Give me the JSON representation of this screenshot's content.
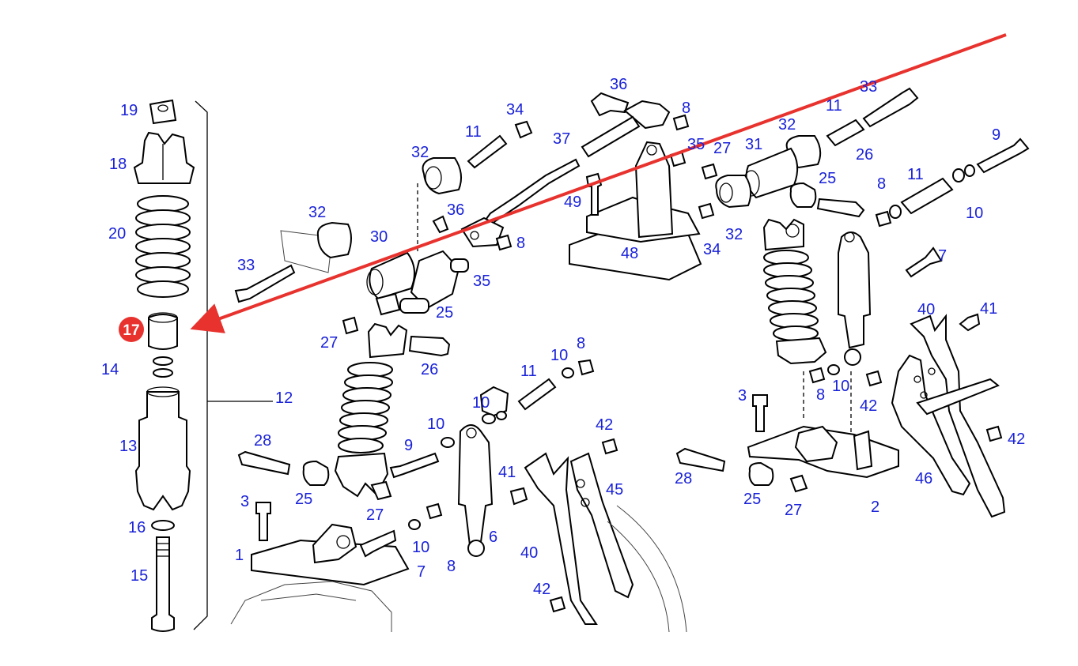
{
  "diagram": {
    "highlight": {
      "label": "17",
      "color": "#e8322e"
    },
    "arrow_color": "#e8322e",
    "callout_color": "#1a22d8",
    "callouts": [
      {
        "id": "c19",
        "label": "19"
      },
      {
        "id": "c18",
        "label": "18"
      },
      {
        "id": "c20",
        "label": "20"
      },
      {
        "id": "c14",
        "label": "14"
      },
      {
        "id": "c13",
        "label": "13"
      },
      {
        "id": "c16",
        "label": "16"
      },
      {
        "id": "c15",
        "label": "15"
      },
      {
        "id": "c12",
        "label": "12"
      },
      {
        "id": "c33",
        "label": "33"
      },
      {
        "id": "c32a",
        "label": "32"
      },
      {
        "id": "c30",
        "label": "30"
      },
      {
        "id": "c32b",
        "label": "32"
      },
      {
        "id": "c11a",
        "label": "11"
      },
      {
        "id": "c34a",
        "label": "34"
      },
      {
        "id": "c36a",
        "label": "36"
      },
      {
        "id": "c8a",
        "label": "8"
      },
      {
        "id": "c35a",
        "label": "35"
      },
      {
        "id": "c25a",
        "label": "25"
      },
      {
        "id": "c37",
        "label": "37"
      },
      {
        "id": "c36b",
        "label": "36"
      },
      {
        "id": "c8b",
        "label": "8"
      },
      {
        "id": "c35b",
        "label": "35"
      },
      {
        "id": "c49",
        "label": "49"
      },
      {
        "id": "c48",
        "label": "48"
      },
      {
        "id": "c27a",
        "label": "27"
      },
      {
        "id": "c26a",
        "label": "26"
      },
      {
        "id": "c28a",
        "label": "28"
      },
      {
        "id": "c25b",
        "label": "25"
      },
      {
        "id": "c27b",
        "label": "27"
      },
      {
        "id": "c3a",
        "label": "3"
      },
      {
        "id": "c1",
        "label": "1"
      },
      {
        "id": "c7a",
        "label": "7"
      },
      {
        "id": "c9a",
        "label": "9"
      },
      {
        "id": "c10a",
        "label": "10"
      },
      {
        "id": "c10b",
        "label": "10"
      },
      {
        "id": "c11b",
        "label": "11"
      },
      {
        "id": "c10c",
        "label": "10"
      },
      {
        "id": "c8c",
        "label": "8"
      },
      {
        "id": "c6",
        "label": "6"
      },
      {
        "id": "c8d",
        "label": "8"
      },
      {
        "id": "c10d",
        "label": "10"
      },
      {
        "id": "c41a",
        "label": "41"
      },
      {
        "id": "c42a",
        "label": "42"
      },
      {
        "id": "c45",
        "label": "45"
      },
      {
        "id": "c40a",
        "label": "40"
      },
      {
        "id": "c42b",
        "label": "42"
      },
      {
        "id": "c33b",
        "label": "33"
      },
      {
        "id": "c11c",
        "label": "11"
      },
      {
        "id": "c32c",
        "label": "32"
      },
      {
        "id": "c27c",
        "label": "27"
      },
      {
        "id": "c31",
        "label": "31"
      },
      {
        "id": "c26b",
        "label": "26"
      },
      {
        "id": "c25c",
        "label": "25"
      },
      {
        "id": "c32d",
        "label": "32"
      },
      {
        "id": "c34b",
        "label": "34"
      },
      {
        "id": "c9b",
        "label": "9"
      },
      {
        "id": "c8e",
        "label": "8"
      },
      {
        "id": "c11d",
        "label": "11"
      },
      {
        "id": "c10e",
        "label": "10"
      },
      {
        "id": "c7b",
        "label": "7"
      },
      {
        "id": "c40b",
        "label": "40"
      },
      {
        "id": "c41b",
        "label": "41"
      },
      {
        "id": "c8f",
        "label": "8"
      },
      {
        "id": "c10f",
        "label": "10"
      },
      {
        "id": "c42c",
        "label": "42"
      },
      {
        "id": "c3b",
        "label": "3"
      },
      {
        "id": "c42d",
        "label": "42"
      },
      {
        "id": "c28b",
        "label": "28"
      },
      {
        "id": "c25d",
        "label": "25"
      },
      {
        "id": "c27d",
        "label": "27"
      },
      {
        "id": "c2",
        "label": "2"
      },
      {
        "id": "c46",
        "label": "46"
      }
    ]
  }
}
